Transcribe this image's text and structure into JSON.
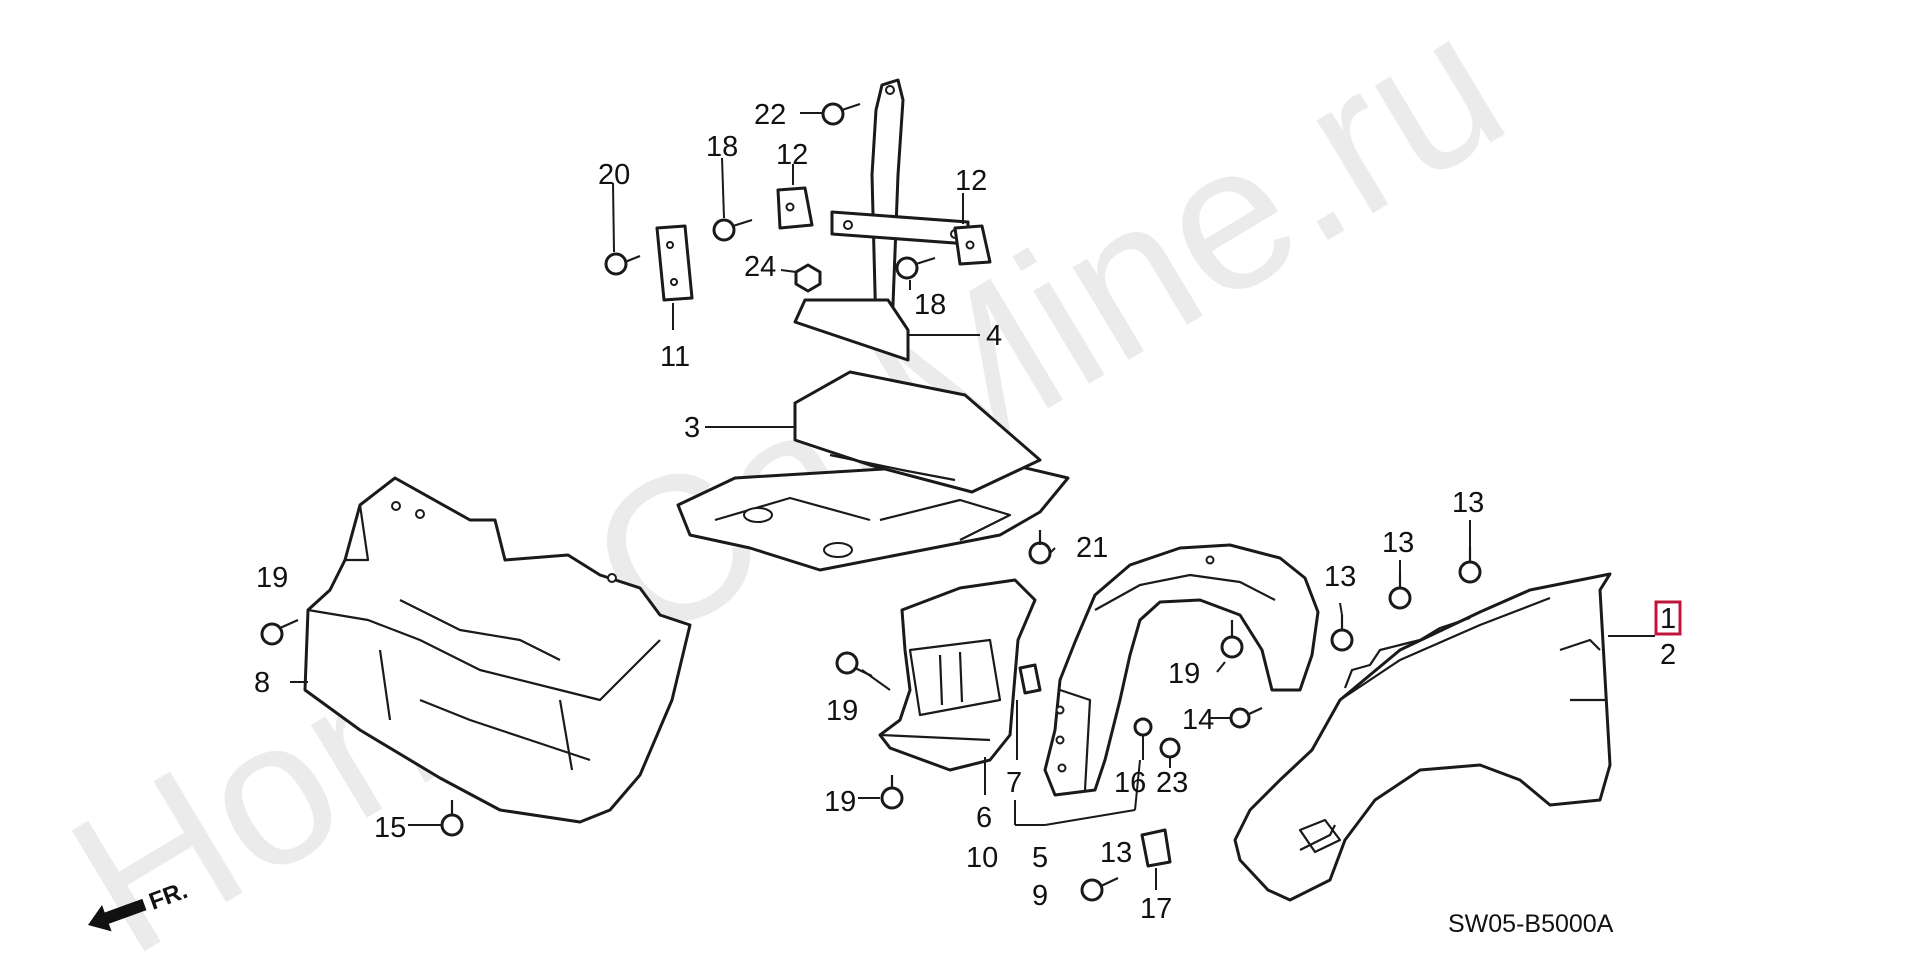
{
  "watermark": "HondaCarMine.ru",
  "diagram_code": "SW05-B5000A",
  "direction_label": "FR.",
  "highlight_color": "#c0143c",
  "parts": {
    "p1": "1",
    "p2": "2",
    "p3": "3",
    "p4": "4",
    "p5": "5",
    "p6": "6",
    "p7": "7",
    "p8": "8",
    "p9": "9",
    "p10": "10",
    "p11": "11",
    "p12a": "12",
    "p12b": "12",
    "p13a": "13",
    "p13b": "13",
    "p13c": "13",
    "p13d": "13",
    "p14": "14",
    "p15": "15",
    "p16": "16",
    "p17": "17",
    "p18a": "18",
    "p18b": "18",
    "p19a": "19",
    "p19b": "19",
    "p19c": "19",
    "p19d": "19",
    "p20": "20",
    "p21": "21",
    "p22": "22",
    "p23": "23",
    "p24": "24"
  }
}
